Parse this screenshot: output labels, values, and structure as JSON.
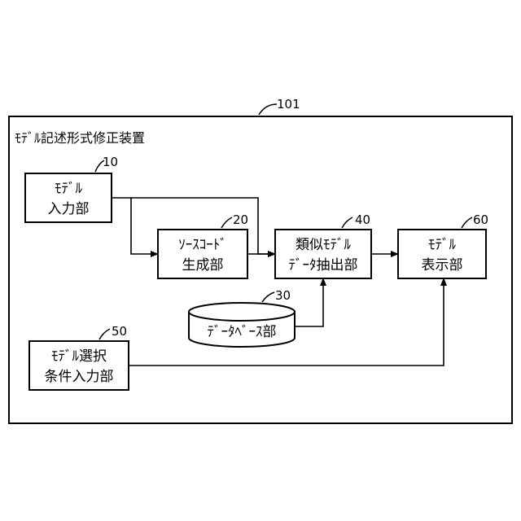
{
  "system": {
    "ref": "101",
    "title": "ﾓﾃﾞﾙ記述形式修正装置"
  },
  "blocks": {
    "model_input": {
      "ref": "10",
      "line1": "ﾓﾃﾞﾙ",
      "line2": "入力部"
    },
    "source_gen": {
      "ref": "20",
      "line1": "ｿｰｽｺｰﾄﾞ",
      "line2": "生成部"
    },
    "database": {
      "ref": "30",
      "label": "ﾃﾞｰﾀﾍﾞｰｽ部"
    },
    "similar_extract": {
      "ref": "40",
      "line1": "類似ﾓﾃﾞﾙ",
      "line2": "ﾃﾞｰﾀ抽出部"
    },
    "selection_input": {
      "ref": "50",
      "line1": "ﾓﾃﾞﾙ選択",
      "line2": "条件入力部"
    },
    "model_display": {
      "ref": "60",
      "line1": "ﾓﾃﾞﾙ",
      "line2": "表示部"
    }
  }
}
